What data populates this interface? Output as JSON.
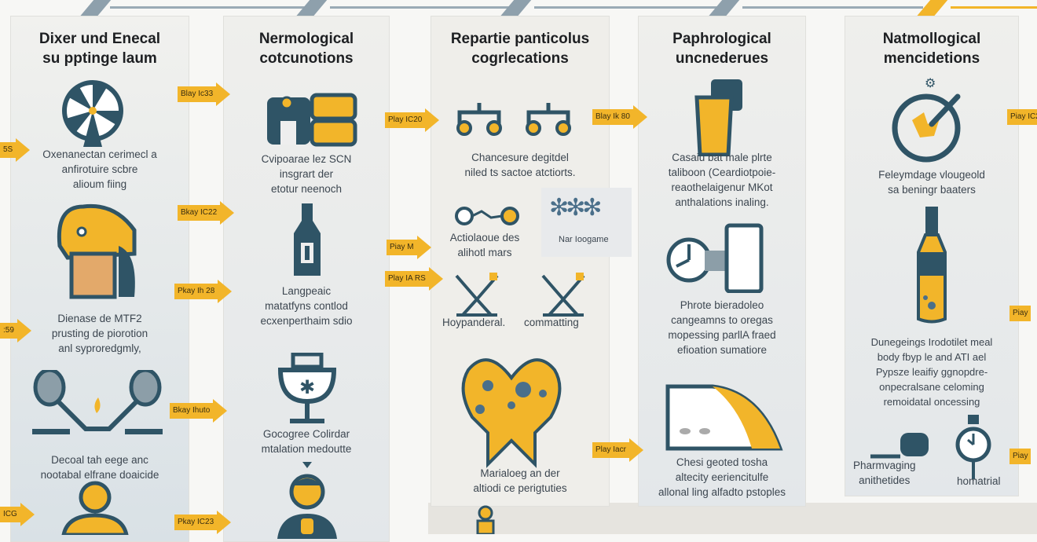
{
  "colors": {
    "accent": "#f2b52a",
    "dark": "#2f5466",
    "connector": "#8ea0ac"
  },
  "columns": [
    {
      "title": [
        "Dixer und Enecal",
        "su pptinge laum"
      ],
      "texts": [
        "Oxenanectan cerimecl a\nanfirotuire scbre\nalioum fiing",
        "Dienase de MTF2\nprusting de piorotion\nanl syproredgmly,",
        "Decoal tah eege anc\nnootabal elfrane doaicide"
      ]
    },
    {
      "title": [
        "Nermological",
        "cotcunotions"
      ],
      "texts": [
        "Cvipoarae lez SCN\ninsgrart der\netotur neenoch",
        "Langpeaic\nmatatfyns contlod\necxenperthaim sdio",
        "Gocogree Colirdar\nmtalation medoutte"
      ]
    },
    {
      "title": [
        "Repartie panticolus",
        "cogrlecations"
      ],
      "texts": [
        "Chancesure degitdel\nniled ts sactoe atctiorts.",
        "Actiolaoue des\nalihotl mars",
        "Hoypanderal.",
        "commatting",
        "Marialoeg an der\naltiodi ce perigtuties"
      ],
      "inset_label": "Nar Ioogame"
    },
    {
      "title": [
        "Paphrological",
        "uncnederues"
      ],
      "texts": [
        "Casaiu bat male plrte\ntaliboon (Ceardiotpoie-\nreaothelaigenur MKot\nanthalations inaling.",
        "Phrote bieradoleo\ncangeamns to oregas\nmopessing parllA fraed\nefioation sumatiore",
        "Chesi geoted tosha\naltecity eeriencitulfe\nallonal ling alfadto pstoples"
      ]
    },
    {
      "title": [
        "Natmollogical",
        "mencidetions"
      ],
      "texts": [
        "Feleymdage vlougeold\nsa beningr baaters",
        "Dunegeings Irodotilet meal\nbody fbyp le and ATI ael\nPypsze leaifiy ggnopdre-\nonpecralsane celoming\nremoidatal oncessing",
        "Pharmvaging\nanithetides",
        "homatrial"
      ]
    }
  ],
  "arrows": [
    "Blay Ic33",
    "Bkay IC22",
    "Pkay Ih 28",
    "Bkay Ihuto",
    "Pkay IC23",
    "Play IC20",
    "Play IA RS",
    "Blay Ik 80",
    "Play Iacr",
    "Piay IC2",
    "Piay M",
    "Piay",
    "Piay",
    "5S",
    ":59",
    "ICG"
  ]
}
